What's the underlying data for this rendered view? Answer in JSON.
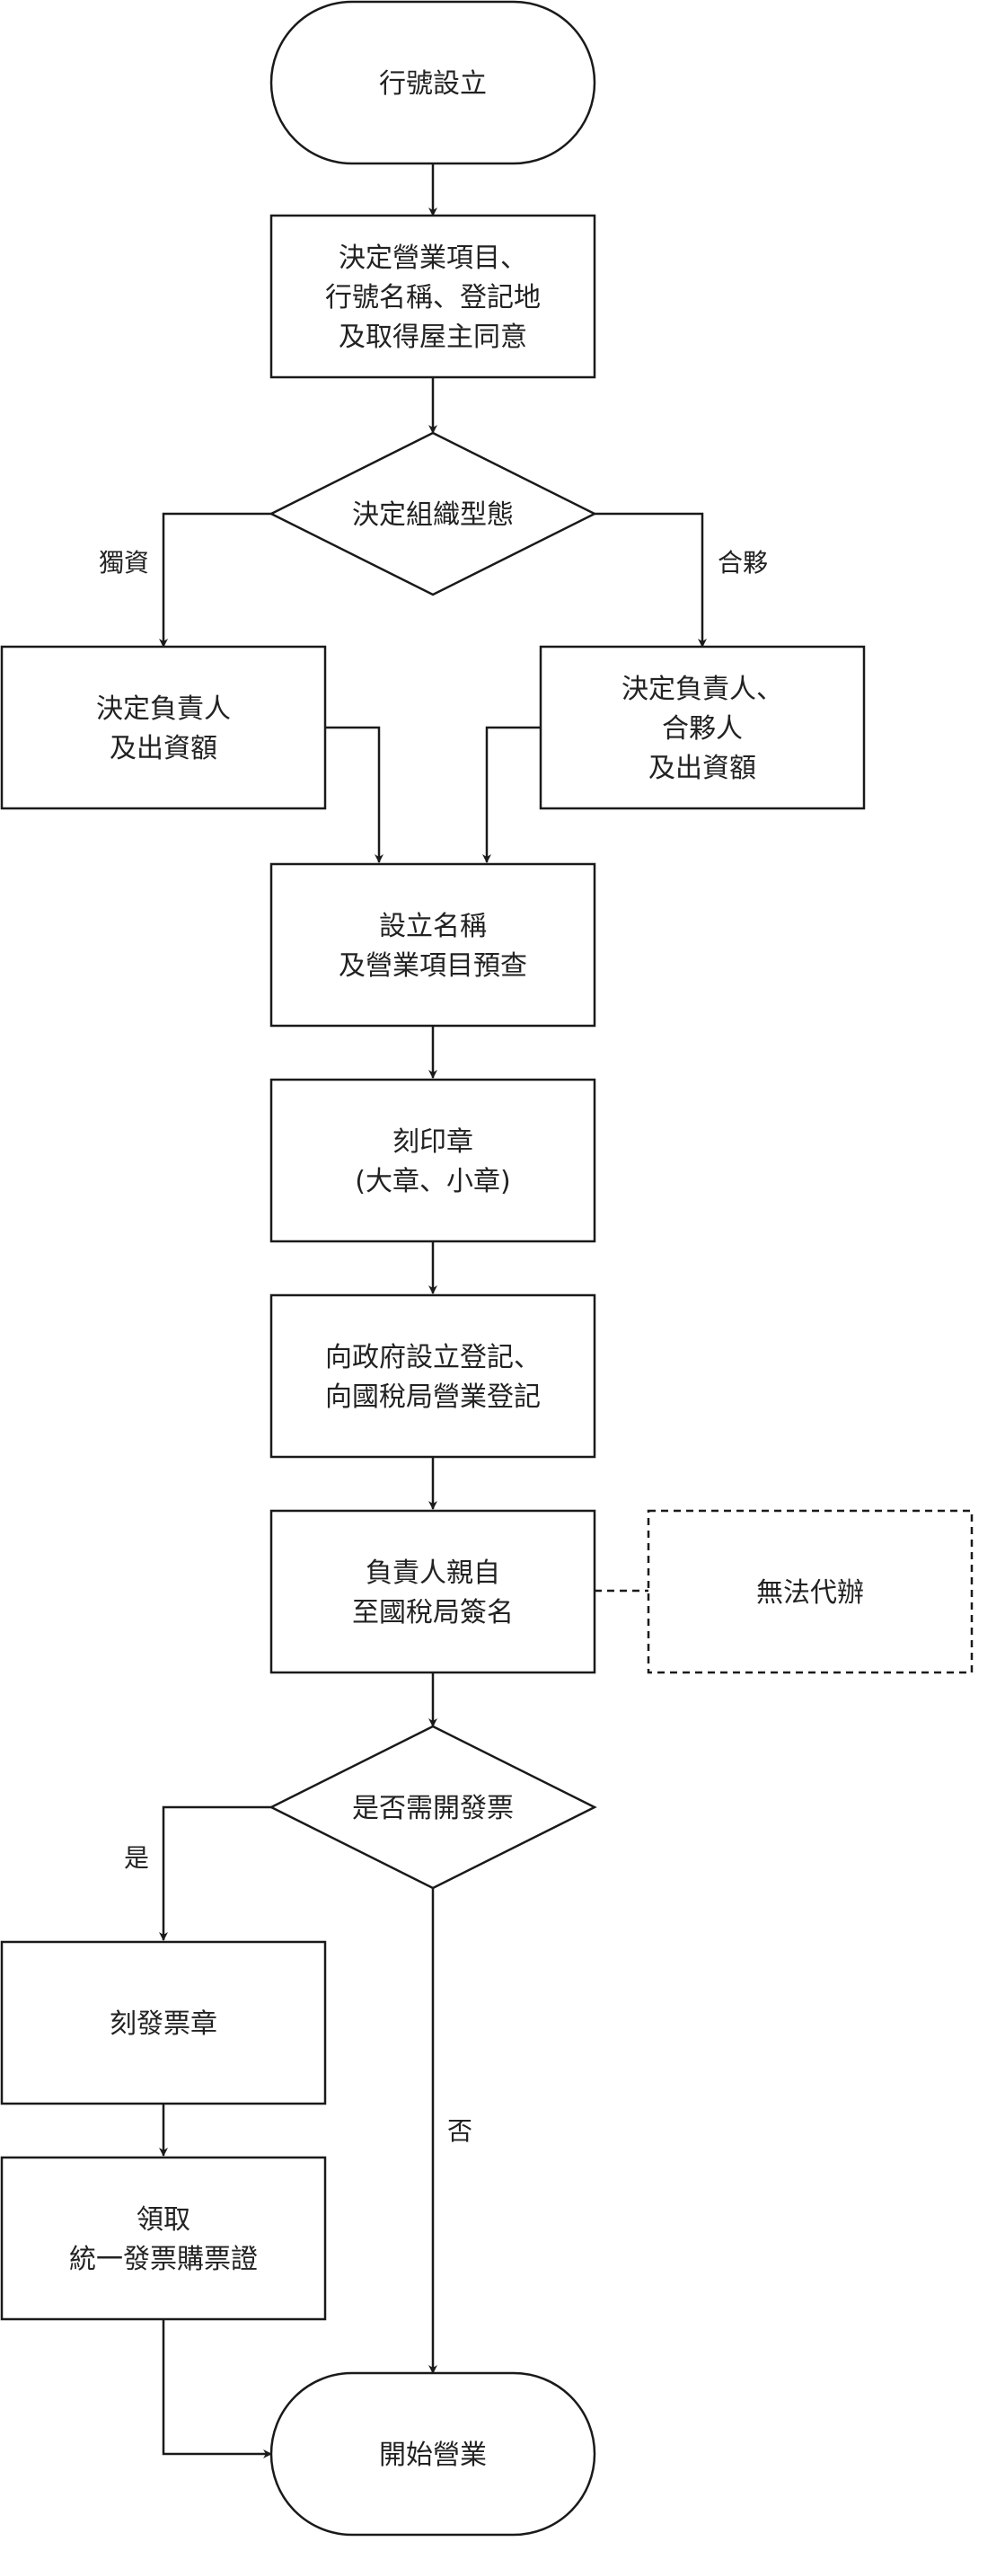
{
  "colors": {
    "stroke": "#1a1a1a",
    "fill": "#ffffff",
    "text": "#222222"
  },
  "nodes": {
    "start": {
      "lines": [
        "行號設立"
      ]
    },
    "decide_business": {
      "lines": [
        "決定營業項目、",
        "行號名稱、登記地",
        "及取得屋主同意"
      ]
    },
    "decide_org": {
      "lines": [
        "決定組織型態"
      ]
    },
    "sole_owner": {
      "lines": [
        "決定負責人",
        "及出資額"
      ]
    },
    "partnership": {
      "lines": [
        "決定負責人、",
        "合夥人",
        "及出資額"
      ]
    },
    "name_precheck": {
      "lines": [
        "設立名稱",
        "及營業項目預查"
      ]
    },
    "carve_seal": {
      "lines": [
        "刻印章",
        "(大章、小章)"
      ]
    },
    "register": {
      "lines": [
        "向政府設立登記、",
        "向國稅局營業登記"
      ]
    },
    "sign_in_person": {
      "lines": [
        "負責人親自",
        "至國稅局簽名"
      ]
    },
    "cannot_delegate": {
      "lines": [
        "無法代辦"
      ]
    },
    "need_invoice": {
      "lines": [
        "是否需開發票"
      ]
    },
    "invoice_seal": {
      "lines": [
        "刻發票章"
      ]
    },
    "receive_cert": {
      "lines": [
        "領取",
        "統一發票購票證"
      ]
    },
    "end": {
      "lines": [
        "開始營業"
      ]
    }
  },
  "edge_labels": {
    "sole": "獨資",
    "partner": "合夥",
    "yes": "是",
    "no": "否"
  }
}
